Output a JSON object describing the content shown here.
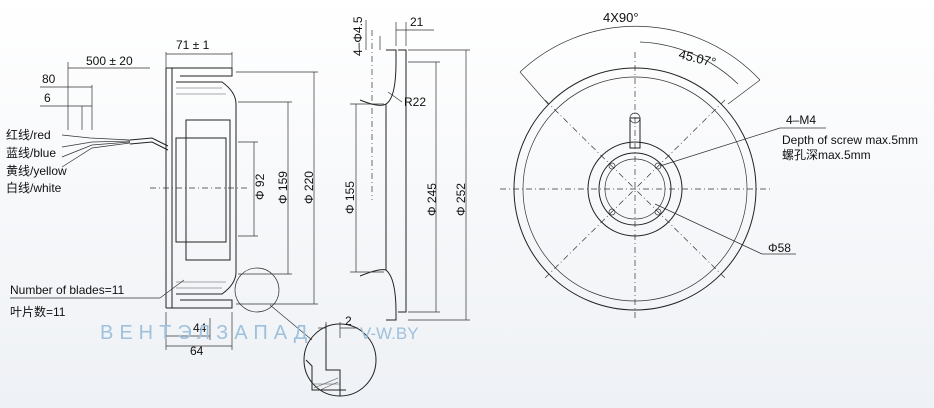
{
  "wires": {
    "red": "红线/red",
    "blue": "蓝线/blue",
    "yellow": "黄线/yellow",
    "white": "白线/white"
  },
  "side_view": {
    "width": "71 ± 1",
    "cable_length": "500 ± 20",
    "strip_80": "80",
    "strip_6": "6",
    "d92": "Φ 92",
    "d159": "Φ 159",
    "d220": "Φ 220",
    "d44": "44",
    "d64": "64",
    "blades_en": "Number of blades=11",
    "blades_cn": "叶片数=11"
  },
  "profile": {
    "hole": "4–Φ4.5",
    "d21": "21",
    "r22": "R22",
    "d155": "Φ 155",
    "d245": "Φ 245",
    "d252": "Φ 252",
    "d2": "2"
  },
  "front_view": {
    "angle": "4X90°",
    "offset_angle": "45.07°",
    "screw": "4–M4",
    "depth_en": "Depth of screw max.5mm",
    "depth_cn": "螺孔深max.5mm",
    "d58": "Φ58"
  },
  "watermark": {
    "brand": "ВЕНТЭЛЗАПАД",
    "site": "V-W.BY"
  },
  "colors": {
    "line": "#222222",
    "watermark": "#9ec1dd"
  }
}
